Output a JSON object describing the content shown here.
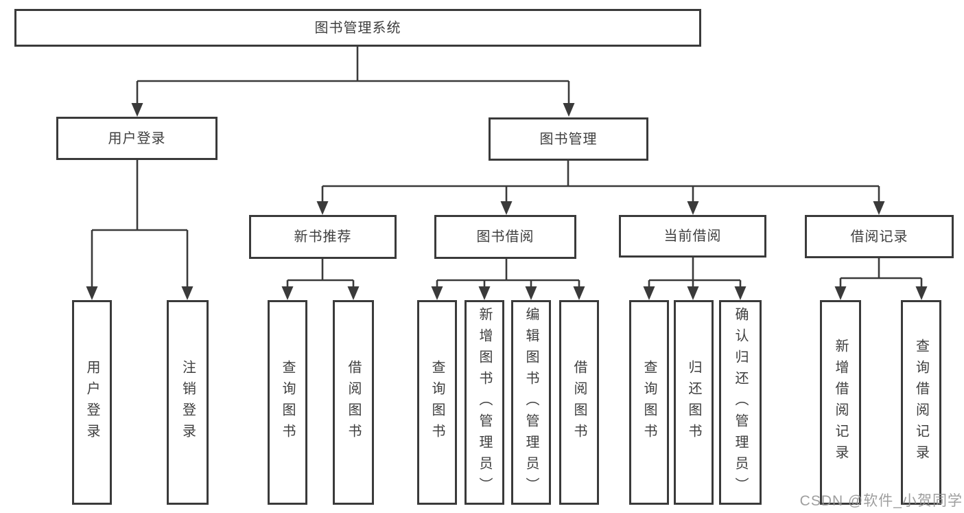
{
  "diagram": {
    "title": "图书管理系统",
    "nodes": {
      "root": {
        "id": "root",
        "label": "图书管理系统",
        "level": 1
      },
      "userLogin": {
        "id": "userLogin",
        "label": "用户登录",
        "level": 2
      },
      "bookMgmt": {
        "id": "bookMgmt",
        "label": "图书管理",
        "level": 2
      },
      "newBookRec": {
        "id": "newBookRec",
        "label": "新书推荐",
        "level": 3
      },
      "bookBorrow": {
        "id": "bookBorrow",
        "label": "图书借阅",
        "level": 3
      },
      "currentBorrow": {
        "id": "currentBorrow",
        "label": "当前借阅",
        "level": 3
      },
      "borrowRecord": {
        "id": "borrowRecord",
        "label": "借阅记录",
        "level": 3
      },
      "leafUserLogin": {
        "id": "leafUserLogin",
        "label": "用户登录",
        "level": 4
      },
      "leafLogout": {
        "id": "leafLogout",
        "label": "注销登录",
        "level": 4
      },
      "nbQueryBook": {
        "id": "nbQueryBook",
        "label": "查询图书",
        "level": 4
      },
      "nbBorrowBook": {
        "id": "nbBorrowBook",
        "label": "借阅图书",
        "level": 4
      },
      "bbQueryBook": {
        "id": "bbQueryBook",
        "label": "查询图书",
        "level": 4
      },
      "bbAddBook": {
        "id": "bbAddBook",
        "label": "新增图书（管理员）",
        "level": 4
      },
      "bbEditBook": {
        "id": "bbEditBook",
        "label": "编辑图书（管理员）",
        "level": 4
      },
      "bbBorrowBook": {
        "id": "bbBorrowBook",
        "label": "借阅图书",
        "level": 4
      },
      "cbQueryBook": {
        "id": "cbQueryBook",
        "label": "查询图书",
        "level": 4
      },
      "cbReturnBook": {
        "id": "cbReturnBook",
        "label": "归还图书",
        "level": 4
      },
      "cbConfirmReturn": {
        "id": "cbConfirmReturn",
        "label": "确认归还（管理员）",
        "level": 4
      },
      "brAddRecord": {
        "id": "brAddRecord",
        "label": "新增借阅记录",
        "level": 4
      },
      "brQueryRecord": {
        "id": "brQueryRecord",
        "label": "查询借阅记录",
        "level": 4
      }
    },
    "edges": [
      {
        "from": "root",
        "to": "userLogin"
      },
      {
        "from": "root",
        "to": "bookMgmt"
      },
      {
        "from": "userLogin",
        "to": "leafUserLogin"
      },
      {
        "from": "userLogin",
        "to": "leafLogout"
      },
      {
        "from": "bookMgmt",
        "to": "newBookRec"
      },
      {
        "from": "bookMgmt",
        "to": "bookBorrow"
      },
      {
        "from": "bookMgmt",
        "to": "currentBorrow"
      },
      {
        "from": "bookMgmt",
        "to": "borrowRecord"
      },
      {
        "from": "newBookRec",
        "to": "nbQueryBook"
      },
      {
        "from": "newBookRec",
        "to": "nbBorrowBook"
      },
      {
        "from": "bookBorrow",
        "to": "bbQueryBook"
      },
      {
        "from": "bookBorrow",
        "to": "bbAddBook"
      },
      {
        "from": "bookBorrow",
        "to": "bbEditBook"
      },
      {
        "from": "bookBorrow",
        "to": "bbBorrowBook"
      },
      {
        "from": "currentBorrow",
        "to": "cbQueryBook"
      },
      {
        "from": "currentBorrow",
        "to": "cbReturnBook"
      },
      {
        "from": "currentBorrow",
        "to": "cbConfirmReturn"
      },
      {
        "from": "borrowRecord",
        "to": "brAddRecord"
      },
      {
        "from": "borrowRecord",
        "to": "brQueryRecord"
      }
    ]
  },
  "colors": {
    "line": "#3a3a3a",
    "box_border": "#3a3a3a",
    "box_background": "#ffffff",
    "text": "#3e3e3e",
    "watermark": "#949494"
  },
  "watermark": {
    "text": "CSDN @软件_小贺同学"
  }
}
